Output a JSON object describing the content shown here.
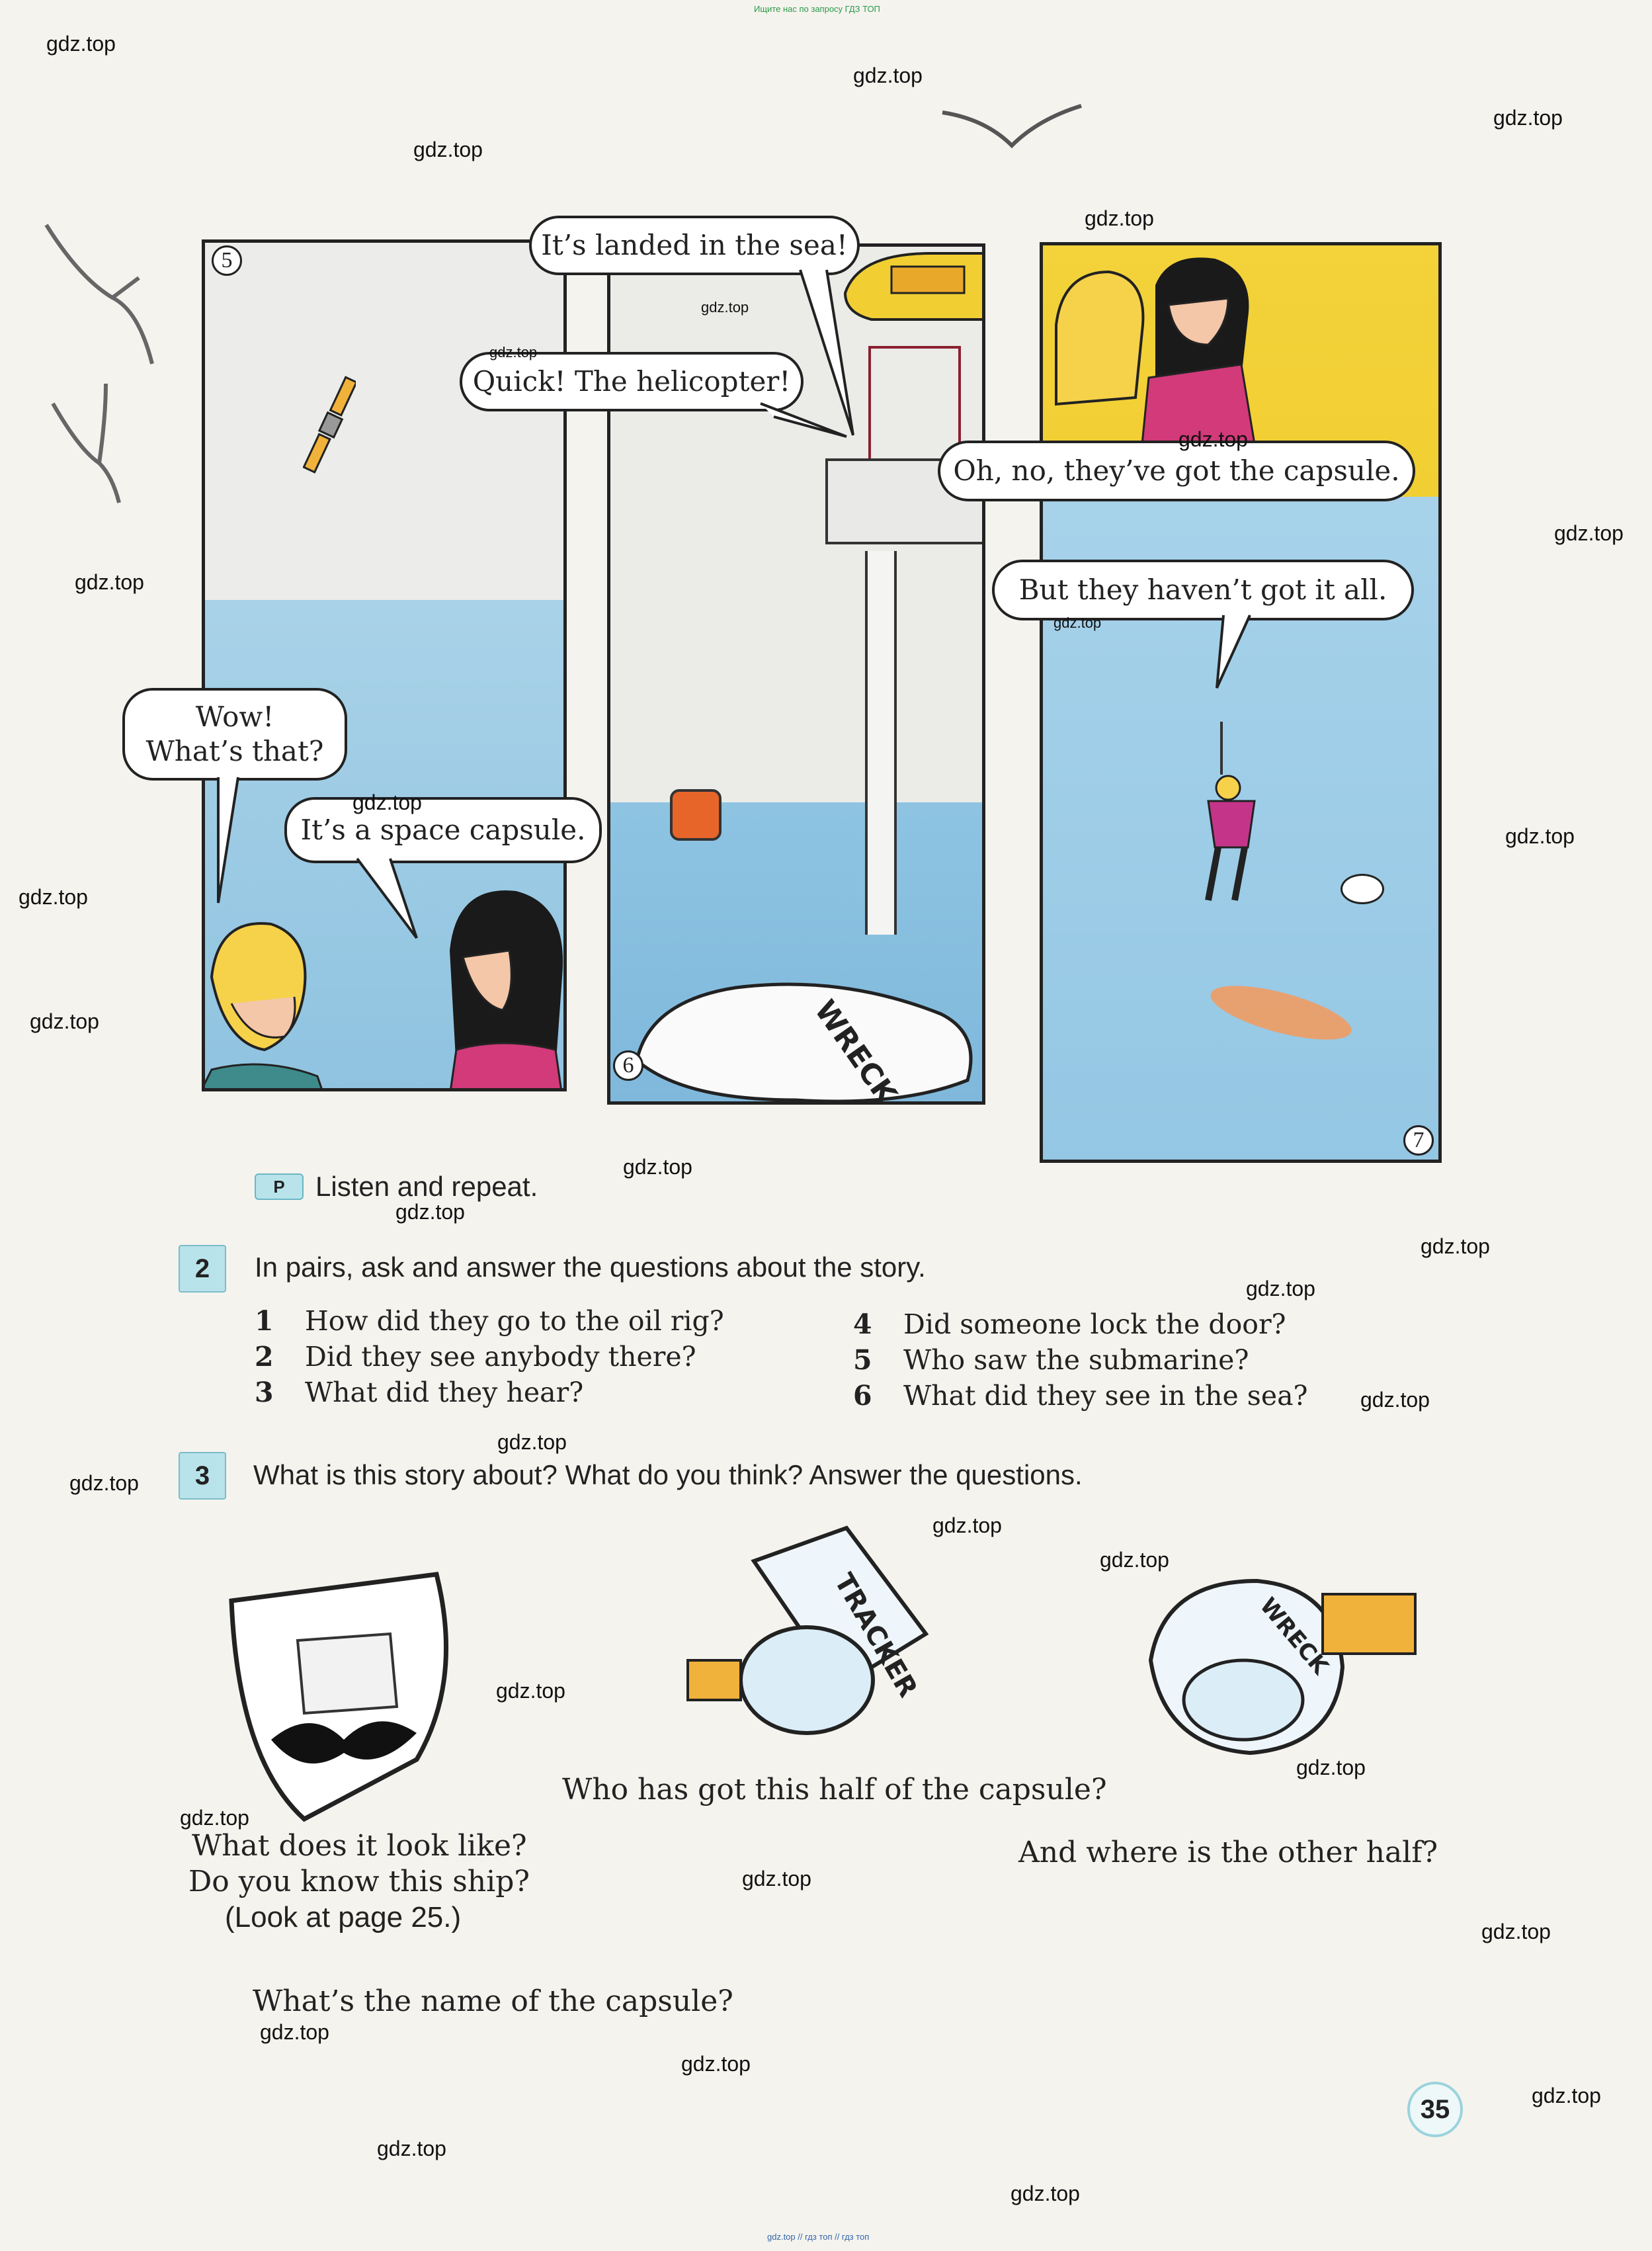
{
  "header_note": "Ищите нас по запросу ГДЗ ТОП",
  "footer_note": "gdz.top // гдз топ // гдз топ",
  "watermark": "gdz.top",
  "comic": {
    "panel5": {
      "number": "5",
      "bubbles": [
        "Wow!",
        "What’s that?",
        "It’s a space capsule."
      ]
    },
    "panel6": {
      "number": "6",
      "bubbles": [
        "It’s landed in the sea!",
        "Quick! The helicopter!"
      ],
      "wreck_label": "WRECK"
    },
    "panel7": {
      "number": "7",
      "bubbles": [
        "Oh, no, they’ve got the capsule.",
        "But they haven’t got it all."
      ]
    }
  },
  "listen": {
    "badge": "P",
    "text": "Listen and repeat."
  },
  "exercise2": {
    "number": "2",
    "instruction": "In pairs, ask and answer the questions about the story.",
    "left_questions": [
      {
        "n": "1",
        "text": "How did they go to the oil rig?"
      },
      {
        "n": "2",
        "text": "Did they see anybody there?"
      },
      {
        "n": "3",
        "text": "What did they hear?"
      }
    ],
    "right_questions": [
      {
        "n": "4",
        "text": "Did someone lock the door?"
      },
      {
        "n": "5",
        "text": "Who saw the submarine?"
      },
      {
        "n": "6",
        "text": "What did they see in the sea?"
      }
    ]
  },
  "exercise3": {
    "number": "3",
    "instruction": "What is this story about? What do you think? Answer the questions.",
    "q_look": "What does it look like?",
    "q_ship": "Do you know this ship?",
    "q_page": "(Look at page 25.)",
    "q_half": "Who has got this half of the capsule?",
    "q_other": "And where is the other half?",
    "q_name": "What’s the name of the capsule?",
    "capsule_label_1": "TRACKER",
    "capsule_label_2": "WRECK"
  },
  "page_number": "35",
  "colors": {
    "panel_sea": "#8fc3e0",
    "badge_fill": "#b9e3ea",
    "helicopter_yellow": "#f1cf33"
  }
}
